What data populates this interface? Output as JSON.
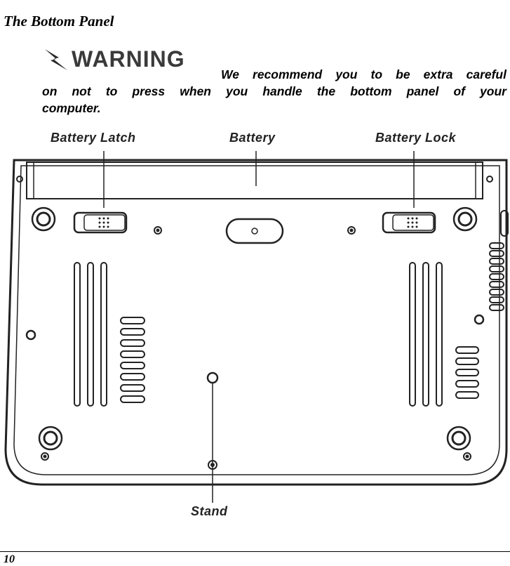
{
  "section_heading": "The Bottom Panel",
  "warning": {
    "logo_text": "WARNING",
    "line1": "We recommend you to be extra careful",
    "line2": "on not to press when you handle the bottom panel of your",
    "line3": "computer."
  },
  "diagram_labels": {
    "battery_latch": "Battery Latch",
    "battery": "Battery",
    "battery_lock": "Battery Lock",
    "stand": "Stand"
  },
  "page_number": "10"
}
